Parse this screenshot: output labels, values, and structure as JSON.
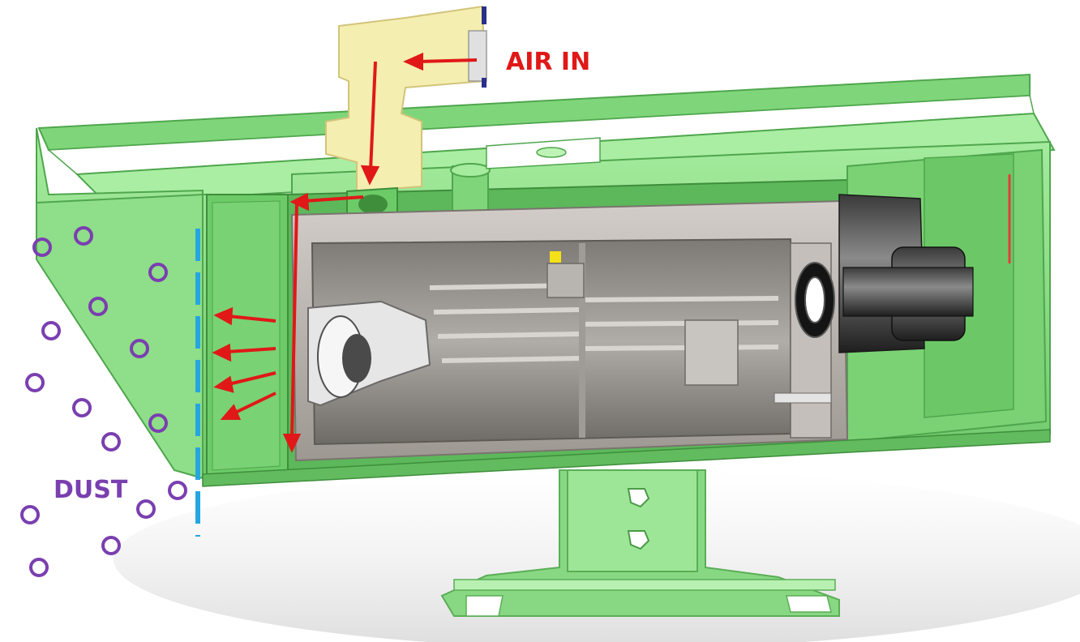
{
  "labels": {
    "air_in": "AIR IN",
    "dust": "DUST"
  },
  "colors": {
    "housing_green": "#8fe08a",
    "housing_dark": "#4fa64d",
    "fitting_yellow": "#f4eeb0",
    "camera_body": "#b9b3ad",
    "camera_inner": "#8f8a86",
    "arrow_red": "#e01818",
    "label_red": "#e01818",
    "dust_purple": "#7a3fb0",
    "air_curtain_blue": "#26a6e0"
  },
  "icons": {
    "dust_particle": "circle-outline",
    "air_flow": "red-arrow",
    "air_curtain": "dashed-line"
  }
}
